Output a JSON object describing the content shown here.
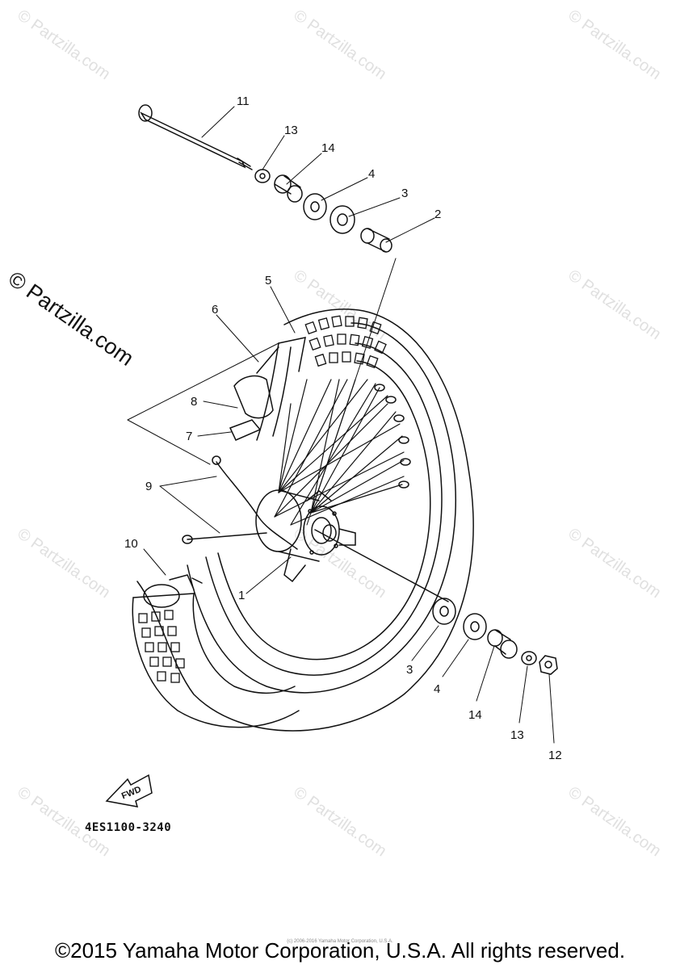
{
  "watermark": {
    "text": "© Partzilla.com"
  },
  "side_watermark": {
    "text": "© Partzilla.com"
  },
  "diagram": {
    "code": "4ES1100-3240",
    "fwd_label": "FWD",
    "callouts": [
      "11",
      "13",
      "14",
      "4",
      "3",
      "2",
      "5",
      "6",
      "8",
      "7",
      "9",
      "10",
      "1",
      "3",
      "4",
      "14",
      "13",
      "12"
    ]
  },
  "footer": {
    "copyright": "©2015 Yamaha Motor Corporation, U.S.A. All rights reserved.",
    "small_print": "(c) 2006-2016 Yamaha Motor Corporation, U.S.A."
  }
}
